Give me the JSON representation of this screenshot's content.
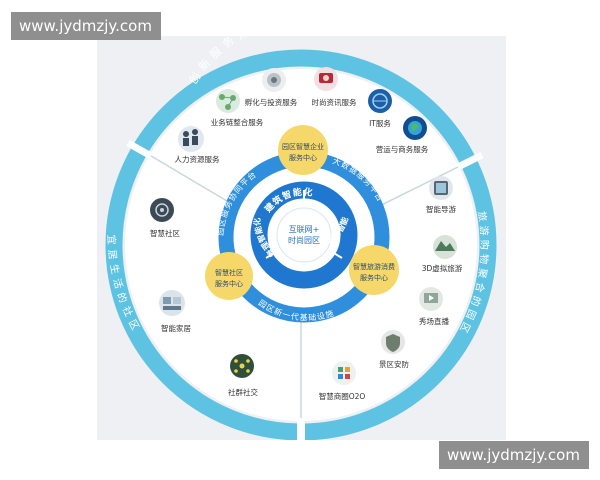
{
  "outer_ring": {
    "top": "创新服务完备的宜业园区",
    "left": "宜居生活的社区",
    "right": "旅游购物聚合的园区"
  },
  "middle_ring": {
    "top_left": "园区服务协同平台",
    "top_right": "大数据服务平台",
    "bottom": "园区新一代基础设施"
  },
  "inner_ring": {
    "top": "建筑智能化",
    "right": "服务智能化",
    "left": "管理智能化"
  },
  "center": {
    "line1": "互联网+",
    "line2": "时尚园区"
  },
  "hubs": [
    {
      "line1": "园区智慧企业",
      "line2": "服务中心"
    },
    {
      "line1": "智慧社区",
      "line2": "服务中心"
    },
    {
      "line1": "智慧旅游消费",
      "line2": "服务中心"
    }
  ],
  "services": [
    {
      "label": "人力资源服务",
      "icon": "people-icon"
    },
    {
      "label": "业务链整合服务",
      "icon": "network-icon"
    },
    {
      "label": "孵化与投资服务",
      "icon": "incubator-icon"
    },
    {
      "label": "时尚资讯服务",
      "icon": "fashion-icon"
    },
    {
      "label": "IT服务",
      "icon": "it-globe-icon"
    },
    {
      "label": "营运与商务服务",
      "icon": "business-globe-icon"
    },
    {
      "label": "智能导游",
      "icon": "tour-guide-icon"
    },
    {
      "label": "3D虚拟旅游",
      "icon": "virtual-tour-icon"
    },
    {
      "label": "秀场直播",
      "icon": "live-show-icon"
    },
    {
      "label": "景区安防",
      "icon": "security-icon"
    },
    {
      "label": "智慧商圈O2O",
      "icon": "o2o-icon"
    },
    {
      "label": "社群社交",
      "icon": "social-icon"
    },
    {
      "label": "智能家居",
      "icon": "smart-home-icon"
    },
    {
      "label": "智慧社区",
      "icon": "smart-community-icon"
    }
  ],
  "watermark": "www.jydmzjy.com",
  "colors": {
    "outer_ring": "#5ec3e3",
    "middle_ring": "#2f8fdc",
    "inner_ring": "#1f77cf",
    "hub": "#f6d86a",
    "panel": "#eef0f3"
  }
}
